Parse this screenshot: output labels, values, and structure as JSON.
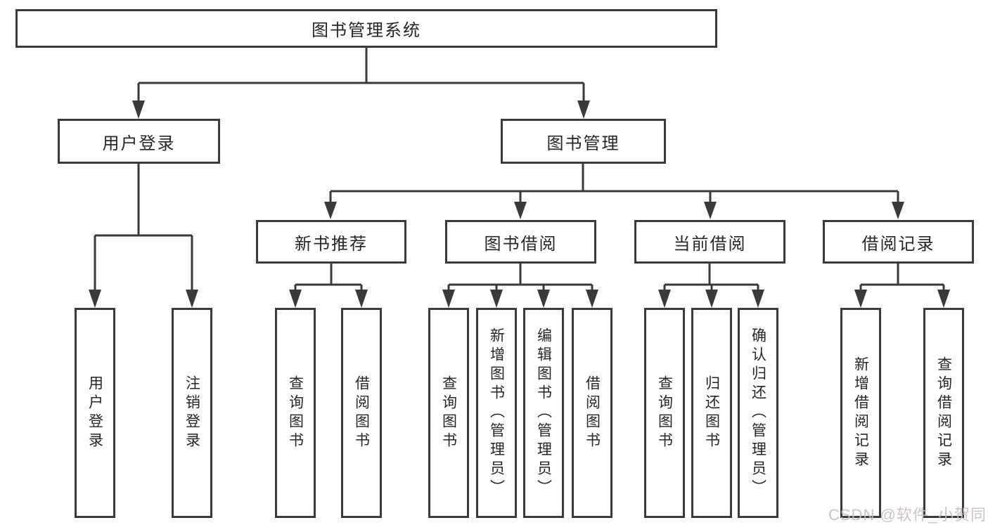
{
  "tree": {
    "root": {
      "label": "图书管理系统"
    },
    "branches": [
      {
        "label": "用户登录",
        "children": [
          {
            "label": "用户登录"
          },
          {
            "label": "注销登录"
          }
        ]
      },
      {
        "label": "图书管理",
        "sections": [
          {
            "label": "新书推荐",
            "children": [
              {
                "label": "查询图书"
              },
              {
                "label": "借阅图书"
              }
            ]
          },
          {
            "label": "图书借阅",
            "children": [
              {
                "label": "查询图书"
              },
              {
                "label": "新增图书（管理员）"
              },
              {
                "label": "编辑图书（管理员）"
              },
              {
                "label": "借阅图书"
              }
            ]
          },
          {
            "label": "当前借阅",
            "children": [
              {
                "label": "查询图书"
              },
              {
                "label": "归还图书"
              },
              {
                "label": "确认归还（管理员）"
              }
            ]
          },
          {
            "label": "借阅记录",
            "children": [
              {
                "label": "新增借阅记录"
              },
              {
                "label": "查询借阅记录"
              }
            ]
          }
        ]
      }
    ]
  },
  "watermark": {
    "text": "CSDN @软件_小贺同学"
  },
  "colors": {
    "line": "#3a3a3a",
    "text": "#262626",
    "watermark": "#c7bebe",
    "background": "#ffffff"
  }
}
